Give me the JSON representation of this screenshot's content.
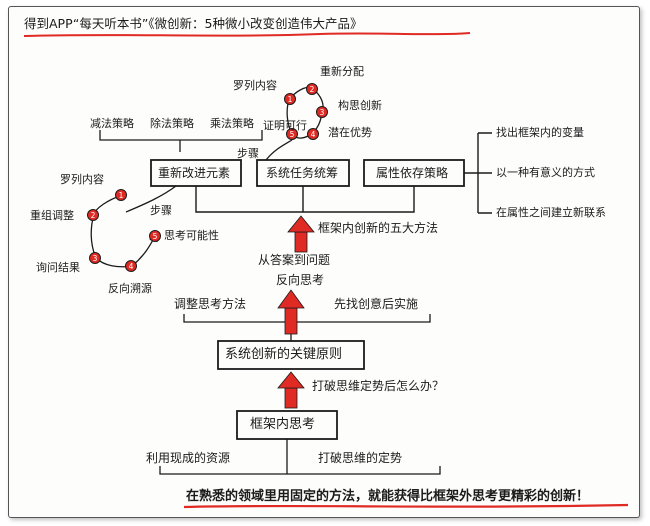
{
  "title": "得到APP“每天听本书”《微创新：5种微小改变创造伟大产品》",
  "colors": {
    "ink": "#1b1b1b",
    "accent": "#e02a24"
  },
  "main_boxes": {
    "rearrange": "重新改进元素",
    "system_task": "系统任务统筹",
    "attribute": "属性依存策略",
    "key_principle": "系统创新的关键原则",
    "framework": "框架内思考"
  },
  "right_list": [
    "找出框架内的变量",
    "以一种有意义的方式",
    "在属性之间建立新联系"
  ],
  "top_cycle": [
    "罗列内容",
    "重新分配",
    "构思创新",
    "潜在优势",
    "证明可行"
  ],
  "top_cycle_numbers": [
    "1",
    "2",
    "3",
    "4",
    "5"
  ],
  "left_cycle": [
    "罗列内容",
    "重组调整",
    "询问结果",
    "反向溯源",
    "思考可能性"
  ],
  "left_cycle_numbers": [
    "1",
    "2",
    "3",
    "4",
    "5"
  ],
  "strategies": [
    "减法策略",
    "除法策略",
    "乘法策略"
  ],
  "labels": {
    "steps_top": "步骤",
    "steps_left": "步骤",
    "five_methods": "框架内创新的五大方法",
    "from_answer": "从答案到问题",
    "reverse_thinking": "反向思考",
    "adjust_thinking": "调整思考方法",
    "find_idea": "先找创意后实施",
    "break_question": "打破思维定势后怎么办？",
    "use_resources": "利用现成的资源",
    "break_pattern": "打破思维的定势"
  },
  "footer": "在熟悉的领域里用固定的方法，就能获得比框架外思考更精彩的创新！"
}
